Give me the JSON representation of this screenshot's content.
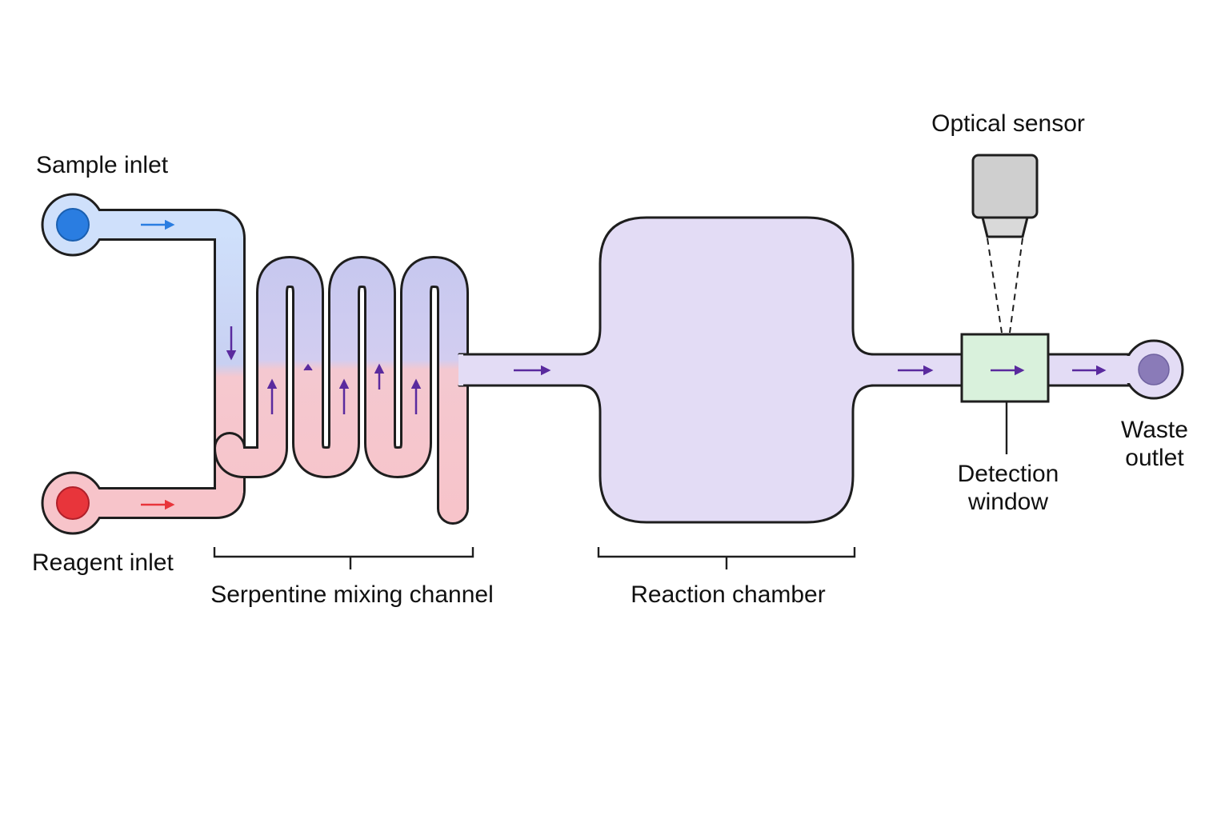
{
  "labels": {
    "sample_inlet": "Sample inlet",
    "reagent_inlet": "Reagent inlet",
    "serpentine": "Serpentine mixing channel",
    "reaction_chamber": "Reaction chamber",
    "optical_sensor": "Optical sensor",
    "detection_window_1": "Detection",
    "detection_window_2": "window",
    "waste_outlet_1": "Waste",
    "waste_outlet_2": "outlet"
  },
  "colors": {
    "sample": "#2a7de1",
    "sample_fill": "#cfe0fb",
    "reagent": "#e8353b",
    "reagent_fill": "#f7c7cc",
    "mixed_fill": "#e3dcf5",
    "mixed_top": "#c7c9f0",
    "waste": "#8a7bb8",
    "detection_fill": "#d9f1dc",
    "sensor_body": "#cfcfcf",
    "flow_arrow": "#5a2a9e"
  }
}
